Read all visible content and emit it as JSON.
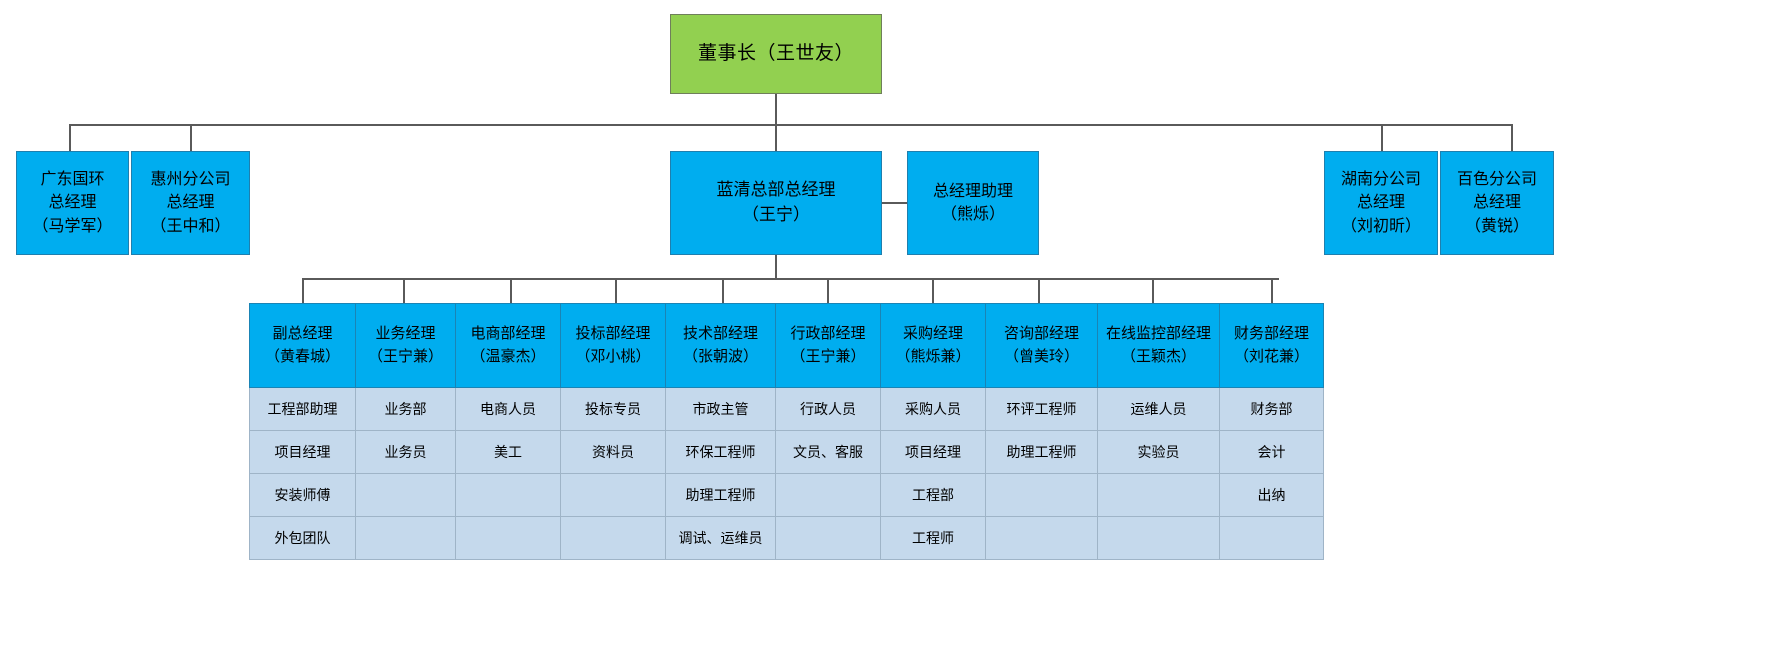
{
  "colors": {
    "chairman_fill": "#92d050",
    "chairman_border": "#6f7f5a",
    "node_fill": "#00adef",
    "node_border": "#1f7fae",
    "cell_fill": "#c5d9ec",
    "cell_border": "#9fb4c7",
    "connector": "#5a5a5a"
  },
  "org": {
    "chairman": {
      "title": "董事长（王世友）"
    },
    "left_branches": [
      {
        "label": "广东国环\n总经理\n（马学军）"
      },
      {
        "label": "惠州分公司\n总经理\n（王中和）"
      }
    ],
    "center": {
      "label": "蓝清总部总经理\n（王宁）"
    },
    "assistant": {
      "label": "总经理助理\n（熊烁）"
    },
    "right_branches": [
      {
        "label": "湖南分公司\n总经理\n（刘初昕）"
      },
      {
        "label": "百色分公司\n总经理\n（黄锐）"
      }
    ]
  },
  "dept_table": {
    "headers": [
      "副总经理\n（黄春城）",
      "业务经理\n（王宁兼）",
      "电商部经理\n（温豪杰）",
      "投标部经理\n（邓小桃）",
      "技术部经理\n（张朝波）",
      "行政部经理\n（王宁兼）",
      "采购经理\n（熊烁兼）",
      "咨询部经理\n（曾美玲）",
      "在线监控部经理\n（王颖杰）",
      "财务部经理\n（刘花兼）"
    ],
    "rows": [
      [
        "工程部助理",
        "业务部",
        "电商人员",
        "投标专员",
        "市政主管",
        "行政人员",
        "采购人员",
        "环评工程师",
        "运维人员",
        "财务部"
      ],
      [
        "项目经理",
        "业务员",
        "美工",
        "资料员",
        "环保工程师",
        "文员、客服",
        "项目经理",
        "助理工程师",
        "实验员",
        "会计"
      ],
      [
        "安装师傅",
        "",
        "",
        "",
        "助理工程师",
        "",
        "工程部",
        "",
        "",
        "出纳"
      ],
      [
        "外包团队",
        "",
        "",
        "",
        "调试、运维员",
        "",
        "工程师",
        "",
        "",
        ""
      ]
    ]
  }
}
